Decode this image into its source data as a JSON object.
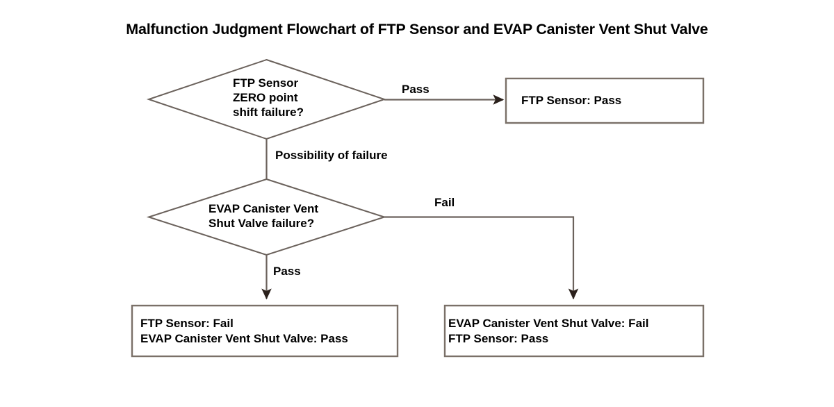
{
  "diagram": {
    "title": "Malfunction Judgment Flowchart of FTP Sensor and EVAP Canister Vent Shut Valve",
    "colors": {
      "background": "#ffffff",
      "stroke": "#6b625c",
      "text": "#000000",
      "arrowhead": "#2b211c"
    },
    "nodes": {
      "decision_ftp": {
        "shape": "diamond",
        "line1": "FTP Sensor",
        "line2": "ZERO point",
        "line3": "shift failure?"
      },
      "decision_evap": {
        "shape": "diamond",
        "line1": "EVAP Canister Vent",
        "line2": "Shut Valve failure?"
      },
      "result_ftp_pass": {
        "shape": "rectangle",
        "line1": "FTP Sensor: Pass"
      },
      "result_ftp_fail": {
        "shape": "rectangle",
        "line1": "FTP Sensor: Fail",
        "line2": "EVAP Canister Vent Shut Valve: Pass"
      },
      "result_evap_fail": {
        "shape": "rectangle",
        "line1": "EVAP Canister Vent Shut Valve: Fail",
        "line2": "FTP Sensor: Pass"
      }
    },
    "edges": {
      "ftp_pass_label": "Pass",
      "possibility_label": "Possibility of failure",
      "evap_fail_label": "Fail",
      "evap_pass_label": "Pass"
    }
  }
}
